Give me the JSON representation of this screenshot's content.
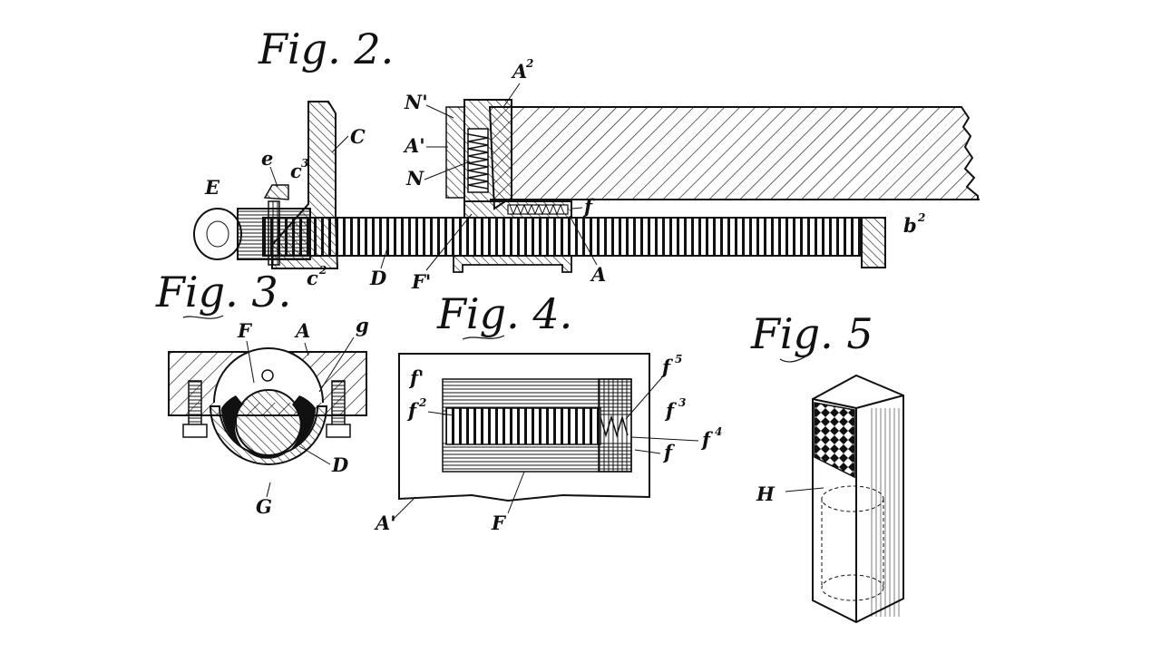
{
  "figures": {
    "fig2": {
      "title": "Fig. 2.",
      "labels": {
        "A2": "A",
        "A2_sup": "2",
        "N1": "N'",
        "A1": "A'",
        "N": "N",
        "f": "f",
        "C": "C",
        "e": "e",
        "c3": "c",
        "c3_sup": "3",
        "E": "E",
        "c2": "c",
        "c2_sup": "2",
        "D": "D",
        "F1": "F'",
        "A": "A",
        "b2": "b",
        "b2_sup": "2"
      }
    },
    "fig3": {
      "title": "Fig. 3.",
      "labels": {
        "F": "F",
        "A": "A",
        "g": "g",
        "D": "D",
        "G": "G"
      }
    },
    "fig4": {
      "title": "Fig. 4.",
      "labels": {
        "f1": "f'",
        "f2": "f",
        "f2_sup": "2",
        "f5": "f",
        "f5_sup": "5",
        "f3": "f",
        "f3_sup": "3",
        "f4": "f",
        "f4_sup": "4",
        "f": "f",
        "A1": "A'",
        "F": "F"
      }
    },
    "fig5": {
      "title": "Fig. 5",
      "labels": {
        "H": "H"
      }
    }
  },
  "colors": {
    "ink": "#111111",
    "paper": "#ffffff"
  }
}
